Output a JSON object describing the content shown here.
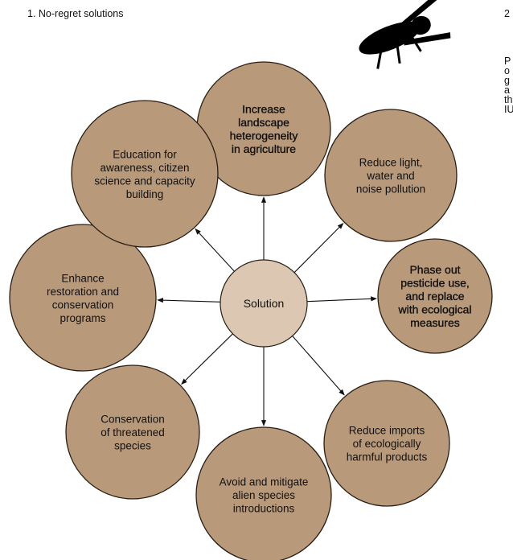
{
  "headings": {
    "left": "1. No-regret solutions",
    "right": "2"
  },
  "side_text_fragments": [
    "P",
    "o",
    "g",
    "a",
    "th",
    "IU"
  ],
  "colors": {
    "node_fill": "#b8997a",
    "node_stroke": "#2a1e14",
    "center_fill": "#dcc8b2",
    "arrow": "#111111",
    "insect": "#000000"
  },
  "decoration": {
    "icon": "fly-icon"
  },
  "center": {
    "label": "Solution"
  },
  "solutions": [
    {
      "id": "landscape",
      "lines": [
        "Increase",
        "landscape",
        "heterogeneity",
        "in agriculture"
      ],
      "emphasis": true
    },
    {
      "id": "pollution",
      "lines": [
        "Reduce light,",
        "water and",
        "noise pollution"
      ],
      "emphasis": false
    },
    {
      "id": "pesticide",
      "lines": [
        "Phase out",
        "pesticide use,",
        "and replace",
        "with ecological",
        "measures"
      ],
      "emphasis": true
    },
    {
      "id": "imports",
      "lines": [
        "Reduce imports",
        "of ecologically",
        "harmful products"
      ],
      "emphasis": false
    },
    {
      "id": "alien",
      "lines": [
        "Avoid and mitigate",
        "alien species",
        "introductions"
      ],
      "emphasis": false
    },
    {
      "id": "threatened",
      "lines": [
        "Conservation",
        "of threatened",
        "species"
      ],
      "emphasis": false
    },
    {
      "id": "restoration",
      "lines": [
        "Enhance",
        "restoration and",
        "conservation",
        "programs"
      ],
      "emphasis": false
    },
    {
      "id": "education",
      "lines": [
        "Education for",
        "awareness, citizen",
        "science and capacity",
        "building"
      ],
      "emphasis": false
    }
  ]
}
